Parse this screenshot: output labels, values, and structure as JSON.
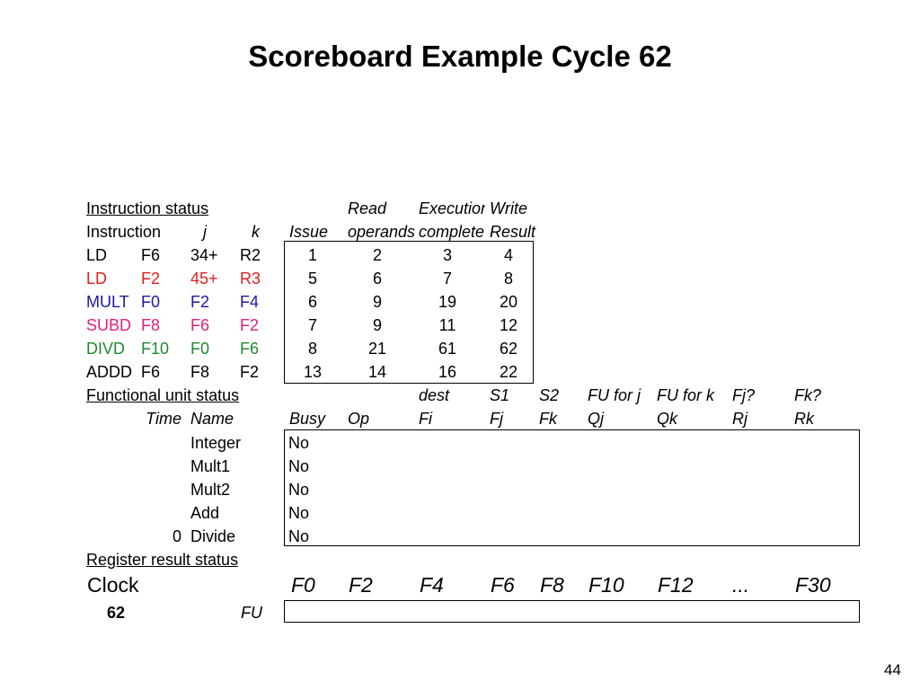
{
  "slide": {
    "title": "Scoreboard Example Cycle 62",
    "page_number": "44"
  },
  "colors": {
    "black": "#000000",
    "red": "#e0201c",
    "blue": "#1a1aa6",
    "magenta": "#e0207a",
    "green": "#1e8a2e"
  },
  "instruction_status": {
    "section_label": "Instruction status",
    "header_row1": {
      "read": "Read",
      "execution": "Execution",
      "write": "Write"
    },
    "header_row2": {
      "instruction": "Instruction",
      "j": "j",
      "k": "k",
      "issue": "Issue",
      "read": "operands",
      "execution": "complete",
      "write": "Result"
    },
    "rows": [
      {
        "op": "LD",
        "dest": "F6",
        "j": "34+",
        "k": "R2",
        "issue": "1",
        "read": "2",
        "exec": "3",
        "write": "4",
        "color": "#000000"
      },
      {
        "op": "LD",
        "dest": "F2",
        "j": "45+",
        "k": "R3",
        "issue": "5",
        "read": "6",
        "exec": "7",
        "write": "8",
        "color": "#e0201c"
      },
      {
        "op": "MULT",
        "dest": "F0",
        "j": "F2",
        "k": "F4",
        "issue": "6",
        "read": "9",
        "exec": "19",
        "write": "20",
        "color": "#1a1aa6"
      },
      {
        "op": "SUBD",
        "dest": "F8",
        "j": "F6",
        "k": "F2",
        "issue": "7",
        "read": "9",
        "exec": "11",
        "write": "12",
        "color": "#e0207a"
      },
      {
        "op": "DIVD",
        "dest": "F10",
        "j": "F0",
        "k": "F6",
        "issue": "8",
        "read": "21",
        "exec": "61",
        "write": "62",
        "color": "#1e8a2e"
      },
      {
        "op": "ADDD",
        "dest": "F6",
        "j": "F8",
        "k": "F2",
        "issue": "13",
        "read": "14",
        "exec": "16",
        "write": "22",
        "color": "#000000"
      }
    ]
  },
  "functional_unit_status": {
    "section_label": "Functional unit status",
    "header_row1": {
      "dest": "dest",
      "s1": "S1",
      "s2": "S2",
      "fu_j": "FU for j",
      "fu_k": "FU for k",
      "fj": "Fj?",
      "fk": "Fk?"
    },
    "header_row2": {
      "time": "Time",
      "name": "Name",
      "busy": "Busy",
      "op": "Op",
      "fi": "Fi",
      "fj": "Fj",
      "fk": "Fk",
      "qj": "Qj",
      "qk": "Qk",
      "rj": "Rj",
      "rk": "Rk"
    },
    "units": [
      {
        "time": "",
        "name": "Integer",
        "busy": "No"
      },
      {
        "time": "",
        "name": "Mult1",
        "busy": "No"
      },
      {
        "time": "",
        "name": "Mult2",
        "busy": "No"
      },
      {
        "time": "",
        "name": "Add",
        "busy": "No"
      },
      {
        "time": "0",
        "name": "Divide",
        "busy": "No"
      }
    ]
  },
  "register_result_status": {
    "section_label": "Register result status",
    "clock_label": "Clock",
    "clock_value": "62",
    "fu_label": "FU",
    "registers": [
      "F0",
      "F2",
      "F4",
      "F6",
      "F8",
      "F10",
      "F12",
      "...",
      "F30"
    ]
  }
}
